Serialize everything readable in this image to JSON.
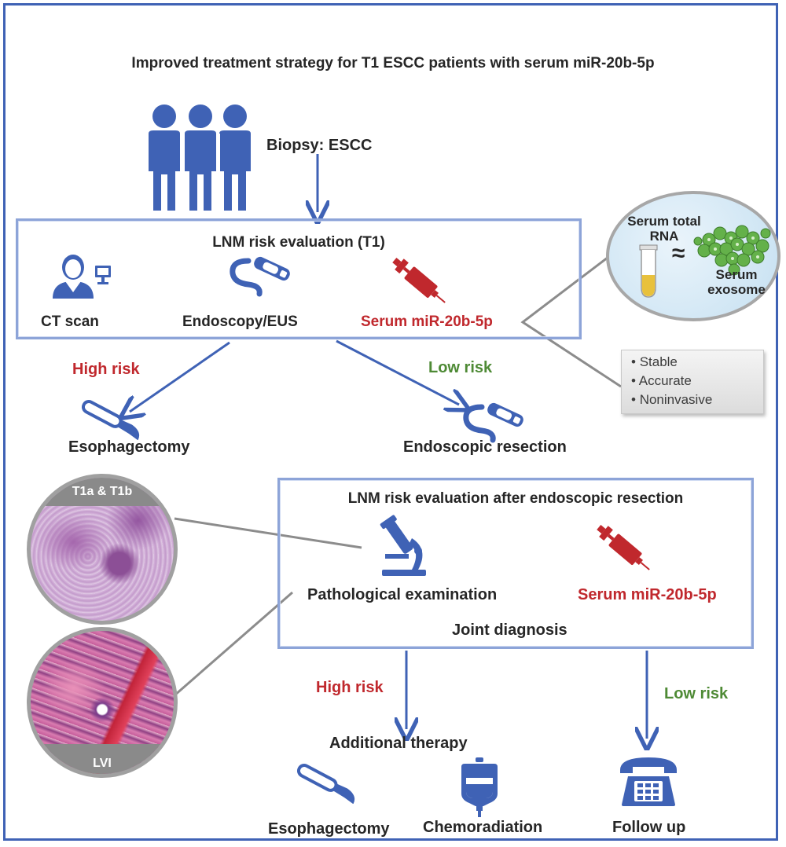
{
  "title": "Improved treatment strategy for T1 ESCC patients with serum miR-20b-5p",
  "biopsy": "Biopsy: ESCC",
  "lnm_box": {
    "heading": "LNM risk evaluation (T1)",
    "ct": "CT scan",
    "endoscopy": "Endoscopy/EUS",
    "serum": "Serum miR-20b-5p"
  },
  "serum_circle": {
    "rna": "Serum total RNA",
    "approx": "≈",
    "exosome": "Serum exosome"
  },
  "benefits": [
    "Stable",
    "Accurate",
    "Noninvasive"
  ],
  "branch1": {
    "high": "High risk",
    "low": "Low risk",
    "esophagectomy": "Esophagectomy",
    "endoscopic": "Endoscopic resection"
  },
  "histology": {
    "top_label": "T1a & T1b",
    "bottom_label": "LVI"
  },
  "after_box": {
    "heading": "LNM risk evaluation after endoscopic resection",
    "patho": "Pathological examination",
    "serum": "Serum miR-20b-5p",
    "joint": "Joint diagnosis"
  },
  "branch2": {
    "high": "High risk",
    "low": "Low risk",
    "additional": "Additional therapy",
    "esophagectomy": "Esophagectomy",
    "chemo": "Chemoradiation",
    "follow": "Follow up"
  },
  "colors": {
    "blue": "#3f62b5",
    "red": "#c0282d",
    "green": "#4e8a35"
  }
}
